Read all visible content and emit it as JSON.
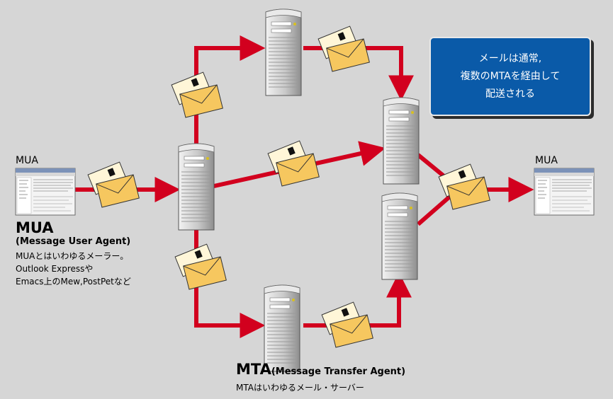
{
  "colors": {
    "background": "#d6d6d6",
    "arrow": "#d2001e",
    "callout_bg": "#0a5aa8",
    "envelope": "#f6c75f",
    "envelope_back": "#fff6d8",
    "server": "#c8c8c8"
  },
  "callout": {
    "lines": [
      "メールは通常,",
      "複数のMTAを経由して",
      "配送される"
    ]
  },
  "left_mua": {
    "caption": "MUA",
    "title": "MUA",
    "subtitle": "(Message User Agent)",
    "desc": [
      "MUAとはいわゆるメーラー。",
      "Outlook Expressや",
      "Emacs上のMew,PostPetなど"
    ]
  },
  "right_mua": {
    "caption": "MUA"
  },
  "mta": {
    "title": "MTA",
    "subtitle": "(Message Transfer Agent)",
    "desc": "MTAはいわゆるメール・サーバー"
  },
  "icons": {
    "mua": "mail-client-window-icon",
    "mta": "server-tower-icon",
    "message": "envelope-icon"
  }
}
